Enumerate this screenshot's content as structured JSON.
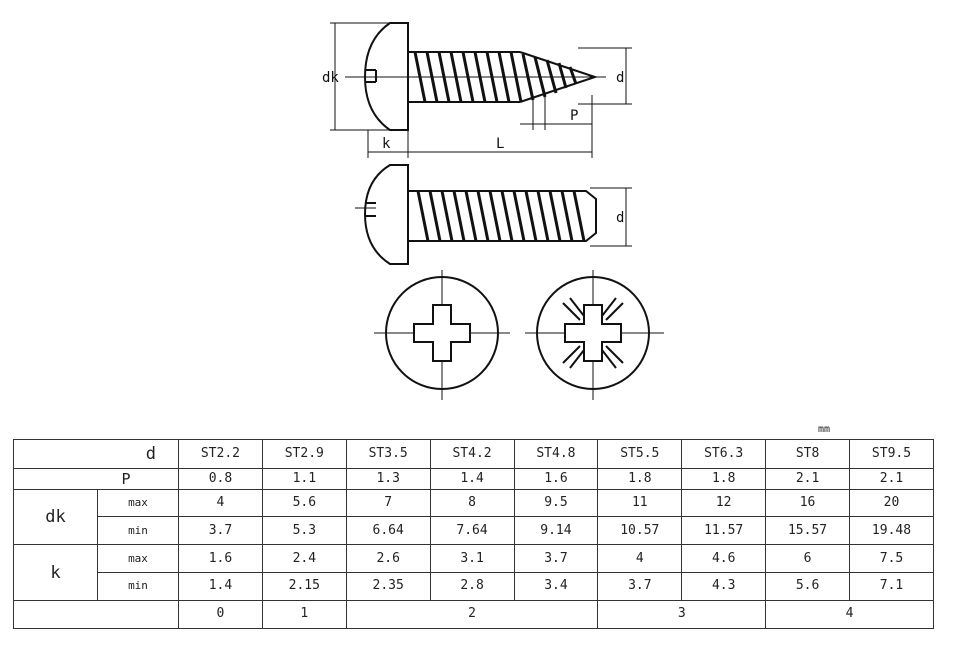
{
  "drawing": {
    "labels": {
      "dk": "dk",
      "d_top": "d",
      "P": "P",
      "k": "k",
      "L": "L",
      "d_mid": "d"
    }
  },
  "unit": "mm",
  "table": {
    "row_d": {
      "label": "d",
      "sizes": [
        "ST2.2",
        "ST2.9",
        "ST3.5",
        "ST4.2",
        "ST4.8",
        "ST5.5",
        "ST6.3",
        "ST8",
        "ST9.5"
      ]
    },
    "row_p": {
      "label": "P",
      "values": [
        "0.8",
        "1.1",
        "1.3",
        "1.4",
        "1.6",
        "1.8",
        "1.8",
        "2.1",
        "2.1"
      ]
    },
    "dk": {
      "label": "dk",
      "max_label": "max",
      "max": [
        "4",
        "5.6",
        "7",
        "8",
        "9.5",
        "11",
        "12",
        "16",
        "20"
      ],
      "min_label": "min",
      "min": [
        "3.7",
        "5.3",
        "6.64",
        "7.64",
        "9.14",
        "10.57",
        "11.57",
        "15.57",
        "19.48"
      ]
    },
    "k": {
      "label": "k",
      "max_label": "max",
      "max": [
        "1.6",
        "2.4",
        "2.6",
        "3.1",
        "3.7",
        "4",
        "4.6",
        "6",
        "7.5"
      ],
      "min_label": "min",
      "min": [
        "1.4",
        "2.15",
        "2.35",
        "2.8",
        "3.4",
        "3.7",
        "4.3",
        "5.6",
        "7.1"
      ]
    },
    "drive": {
      "label": "",
      "values": [
        "0",
        "1",
        "2",
        "3",
        "4"
      ]
    }
  }
}
